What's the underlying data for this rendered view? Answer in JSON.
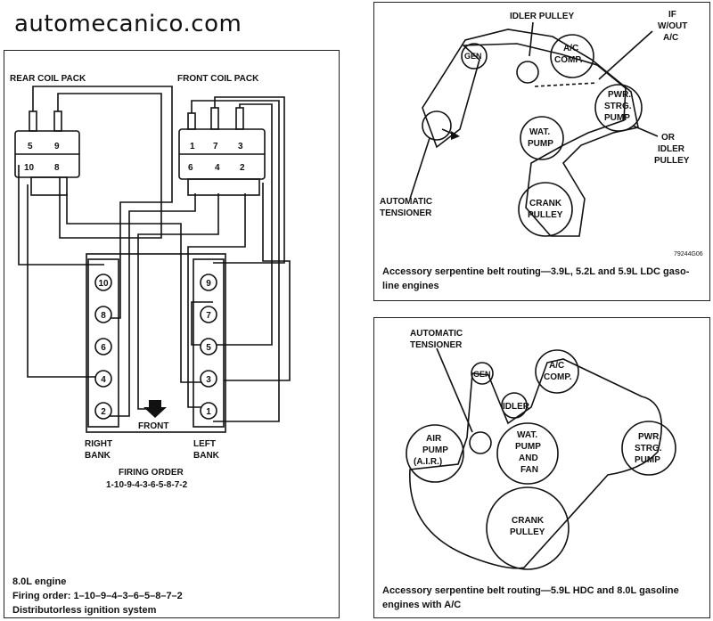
{
  "site_title": "automecanico.com",
  "ignition": {
    "rear_coil_label": "REAR COIL PACK",
    "front_coil_label": "FRONT COIL PACK",
    "rear_coil_numbers": [
      "5",
      "9",
      "10",
      "8"
    ],
    "front_coil_numbers": [
      "1",
      "7",
      "3",
      "6",
      "4",
      "2"
    ],
    "right_bank_cylinders": [
      "10",
      "8",
      "6",
      "4",
      "2"
    ],
    "left_bank_cylinders": [
      "9",
      "7",
      "5",
      "3",
      "1"
    ],
    "front_label": "FRONT",
    "right_bank_label": [
      "RIGHT",
      "BANK"
    ],
    "left_bank_label": [
      "LEFT",
      "BANK"
    ],
    "firing_order_title": "FIRING ORDER",
    "firing_order_value": "1-10-9-4-3-6-5-8-7-2",
    "caption": [
      "8.0L engine",
      "Firing order: 1–10–9–4–3–6–5–8–7–2",
      "Distributorless ignition system"
    ]
  },
  "belt1": {
    "idler_pulley": "IDLER PULLEY",
    "gen": "GEN",
    "ac_comp": [
      "A/C",
      "COMP."
    ],
    "if_without_ac": [
      "IF",
      "W/OUT",
      "A/C"
    ],
    "pwr_strg_pump": [
      "PWR.",
      "STRG.",
      "PUMP"
    ],
    "or_idler_pulley": [
      "OR",
      "IDLER",
      "PULLEY"
    ],
    "wat_pump": [
      "WAT.",
      "PUMP"
    ],
    "automatic_tensioner": [
      "AUTOMATIC",
      "TENSIONER"
    ],
    "crank_pulley": [
      "CRANK",
      "PULLEY"
    ],
    "figure_code": "79244G06",
    "caption": [
      "Accessory serpentine belt routing—3.9L, 5.2L and 5.9L LDC gaso-",
      "line engines"
    ]
  },
  "belt2": {
    "automatic_tensioner": [
      "AUTOMATIC",
      "TENSIONER"
    ],
    "gen": "GEN",
    "idler": "IDLER",
    "ac_comp": [
      "A/C",
      "COMP."
    ],
    "air_pump": [
      "AIR",
      "PUMP",
      "(A.I.R.)"
    ],
    "wat_pump_fan": [
      "WAT.",
      "PUMP",
      "AND",
      "FAN"
    ],
    "pwr_strg_pump": [
      "PWR.",
      "STRG.",
      "PUMP"
    ],
    "crank_pulley": [
      "CRANK",
      "PULLEY"
    ],
    "caption": [
      "Accessory serpentine belt routing—5.9L HDC and 8.0L gasoline",
      "engines with A/C"
    ]
  }
}
